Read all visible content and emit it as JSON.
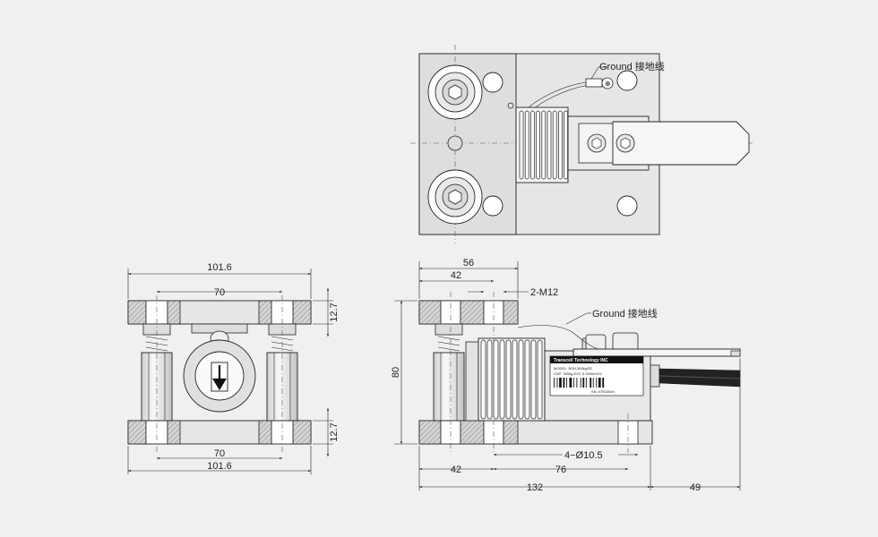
{
  "callouts": {
    "ground_top": "Ground 接地线",
    "ground_side": "Ground 接地线",
    "thread": "2-M12",
    "holes": "4−Ø10.5"
  },
  "dimensions": {
    "front_width": "101.6",
    "front_hole_spacing_top": "70",
    "front_hole_spacing_bottom": "70",
    "front_width_bottom": "101.6",
    "plate_thickness_top": "12.7",
    "plate_thickness_bottom": "12.7",
    "side_56": "56",
    "side_42_top": "42",
    "side_height": "80",
    "side_42_bottom": "42",
    "side_76": "76",
    "side_132": "132",
    "side_49": "49"
  },
  "label": {
    "brand": "Transcell Technology INC",
    "model": "MODEL: BSH-300kg/2D",
    "cap": "CAP: 300kg  EXT: 0.3000mV/V",
    "sn": "SN: 07502049"
  }
}
